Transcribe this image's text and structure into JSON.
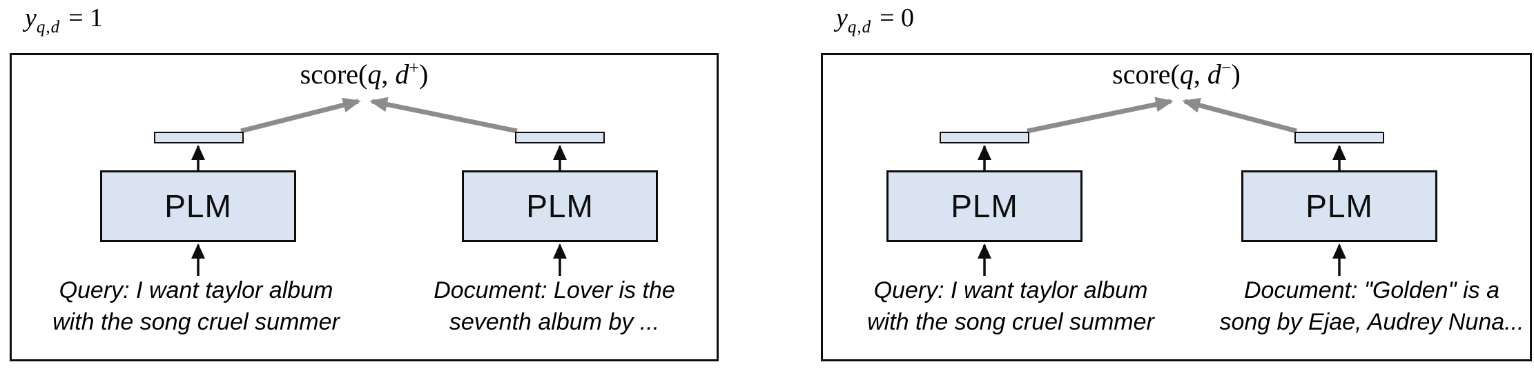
{
  "colors": {
    "box_fill": "#dae3f1",
    "box_border": "#0d0d0d",
    "arrow_gray": "#8c8c8c",
    "panel_border": "#0d0d0d",
    "text": "#000000",
    "background": "#ffffff"
  },
  "panels": [
    {
      "name": "positive-pair",
      "label": {
        "var": "y",
        "sub": "q,d",
        "rhs": "= 1"
      },
      "score": {
        "fn": "score(",
        "arg_q": "q",
        "comma": ", ",
        "arg_d": "d",
        "sup": "+",
        "close": ")"
      },
      "encoders": [
        {
          "role": "query",
          "model_label": "PLM",
          "caption": {
            "line1": "Query: I want taylor album",
            "line2": "with the song cruel summer"
          }
        },
        {
          "role": "document",
          "model_label": "PLM",
          "caption": {
            "line1": "Document: Lover is the",
            "line2": "seventh album by ..."
          }
        }
      ]
    },
    {
      "name": "negative-pair",
      "label": {
        "var": "y",
        "sub": "q,d",
        "rhs": "= 0"
      },
      "score": {
        "fn": "score(",
        "arg_q": "q",
        "comma": ", ",
        "arg_d": "d",
        "sup": "−",
        "close": ")"
      },
      "encoders": [
        {
          "role": "query",
          "model_label": "PLM",
          "caption": {
            "line1": "Query: I want taylor album",
            "line2": "with the song cruel summer"
          }
        },
        {
          "role": "document",
          "model_label": "PLM",
          "caption": {
            "line1": "Document: \"Golden\" is a",
            "line2": "song by Ejae, Audrey Nuna..."
          }
        }
      ]
    }
  ]
}
